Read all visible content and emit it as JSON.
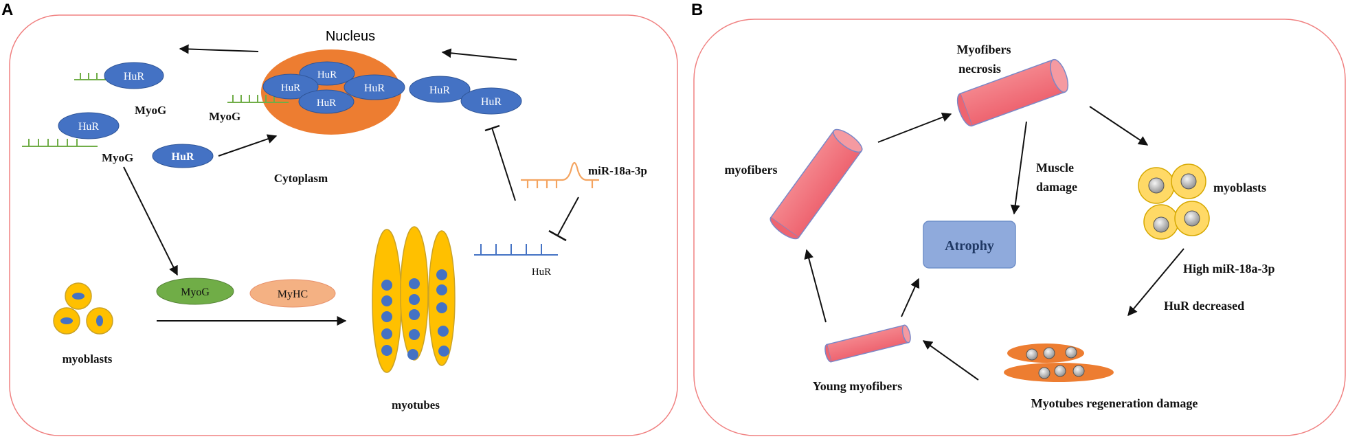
{
  "panel_a": {
    "letter": "A",
    "nucleus": "Nucleus",
    "cytoplasm": "Cytoplasm",
    "hur": "HuR",
    "myog": "MyoG",
    "mirna": "miR-18a-3p",
    "myog_protein": "MyoG",
    "myhc": "MyHC",
    "myoblasts": "myoblasts",
    "myotubes": "myotubes",
    "hur_mrna": "HuR"
  },
  "panel_b": {
    "letter": "B",
    "necrosis_line1": "Myofibers",
    "necrosis_line2": "necrosis",
    "myofibers": "myofibers",
    "muscle_line1": "Muscle",
    "muscle_line2": "damage",
    "myoblasts": "myoblasts",
    "atrophy": "Atrophy",
    "high_mir": "High miR-18a-3p",
    "hur_decreased": "HuR decreased",
    "young": "Young myofibers",
    "regen": "Myotubes regeneration damage"
  },
  "colors": {
    "panel_border": "#f08080",
    "hur_blue": "#4472c4",
    "nucleus_orange": "#ed7d31",
    "mrna_green": "#70ad47",
    "mirna_orange": "#f4a460",
    "myotube_yellow": "#ffc000",
    "fiber_red": "#f07078",
    "atrophy_blue": "#8faadc",
    "myhc_salmon": "#f4b183"
  }
}
